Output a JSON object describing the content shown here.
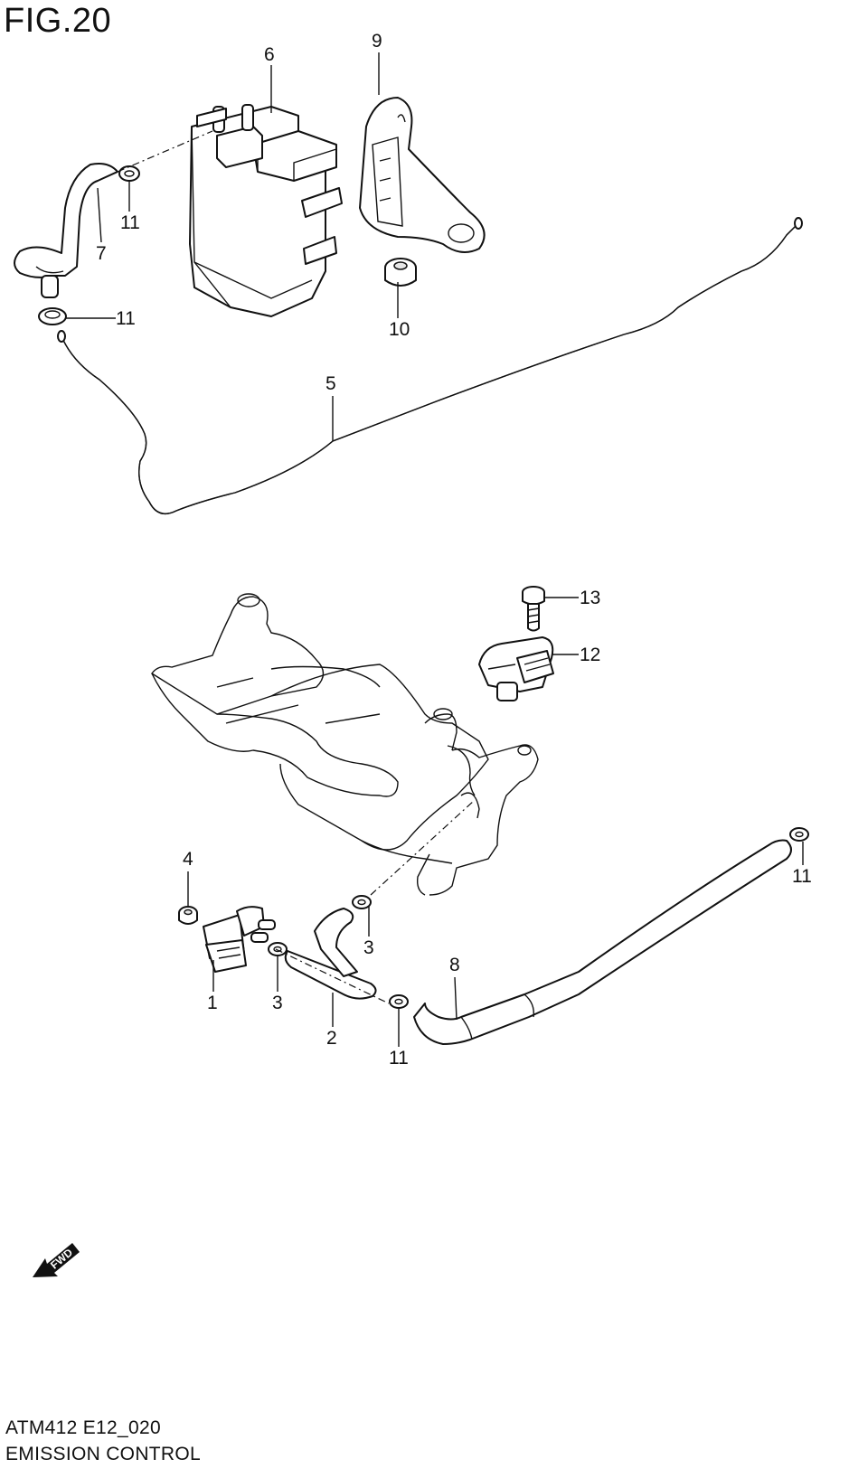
{
  "figure": {
    "title": "FIG.20",
    "code": "ATM412 E12_020",
    "name": "EMISSION CONTROL",
    "fwd_label": "FWD"
  },
  "callouts": [
    {
      "id": "c6",
      "text": "6"
    },
    {
      "id": "c9",
      "text": "9"
    },
    {
      "id": "c11a",
      "text": "11"
    },
    {
      "id": "c7",
      "text": "7"
    },
    {
      "id": "c11b",
      "text": "11"
    },
    {
      "id": "c10",
      "text": "10"
    },
    {
      "id": "c5",
      "text": "5"
    },
    {
      "id": "c13",
      "text": "13"
    },
    {
      "id": "c12",
      "text": "12"
    },
    {
      "id": "c4",
      "text": "4"
    },
    {
      "id": "c3a",
      "text": "3"
    },
    {
      "id": "c1",
      "text": "1"
    },
    {
      "id": "c3b",
      "text": "3"
    },
    {
      "id": "c2",
      "text": "2"
    },
    {
      "id": "c8",
      "text": "8"
    },
    {
      "id": "c11c",
      "text": "11"
    },
    {
      "id": "c11d",
      "text": "11"
    }
  ]
}
